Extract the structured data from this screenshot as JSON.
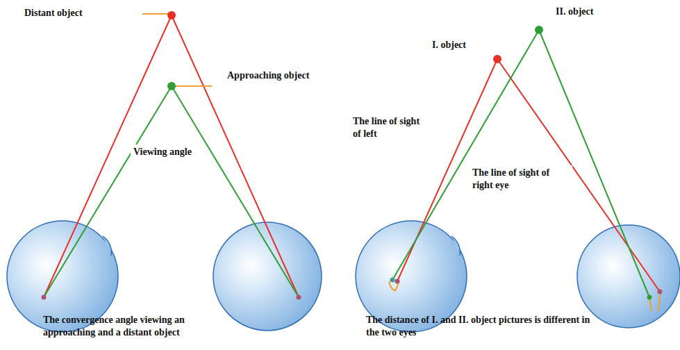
{
  "diagram": {
    "labels": [
      "Distant object",
      "Approaching object",
      "Viewing angle",
      "II. object",
      "I. object",
      "The line of sight of left",
      "The line of sight of right eye",
      "The convergence angle viewing an approaching and a distant object",
      "The distance of I. and II. object pictures is different in the two eyes"
    ]
  }
}
